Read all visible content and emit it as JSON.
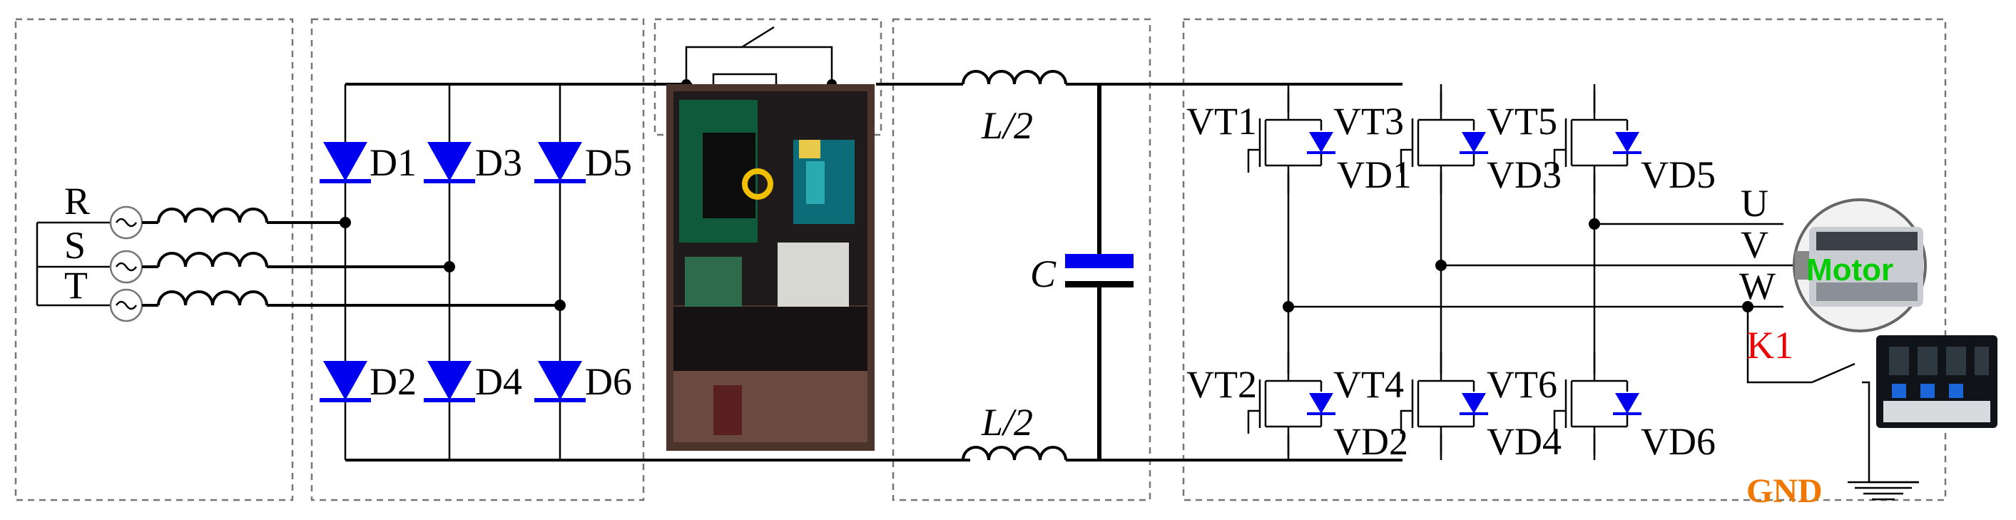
{
  "colors": {
    "diode": "#0000ee",
    "capacitor": "#0000ee",
    "contactor_label": "#ee0000",
    "gnd_label": "#f07800",
    "motor_label": "#00cc00"
  },
  "sources": {
    "phase_r": "R",
    "phase_s": "S",
    "phase_t": "T"
  },
  "rectifier": {
    "d1": "D1",
    "d2": "D2",
    "d3": "D3",
    "d4": "D4",
    "d5": "D5",
    "d6": "D6"
  },
  "dc_link": {
    "inductor_top": "L/2",
    "inductor_bottom": "L/2",
    "capacitor": "C"
  },
  "inverter": {
    "vt1": "VT1",
    "vt2": "VT2",
    "vt3": "VT3",
    "vt4": "VT4",
    "vt5": "VT5",
    "vt6": "VT6",
    "vd1": "VD1",
    "vd2": "VD2",
    "vd3": "VD3",
    "vd4": "VD4",
    "vd5": "VD5",
    "vd6": "VD6"
  },
  "output": {
    "u": "U",
    "v": "V",
    "w": "W",
    "motor": "Motor",
    "contactor": "K1",
    "gnd": "GND"
  },
  "icons": {
    "photo": "precharge-hardware-photo",
    "motor": "motor-photo",
    "contactor": "contactor-photo",
    "ground": "ground-symbol"
  }
}
